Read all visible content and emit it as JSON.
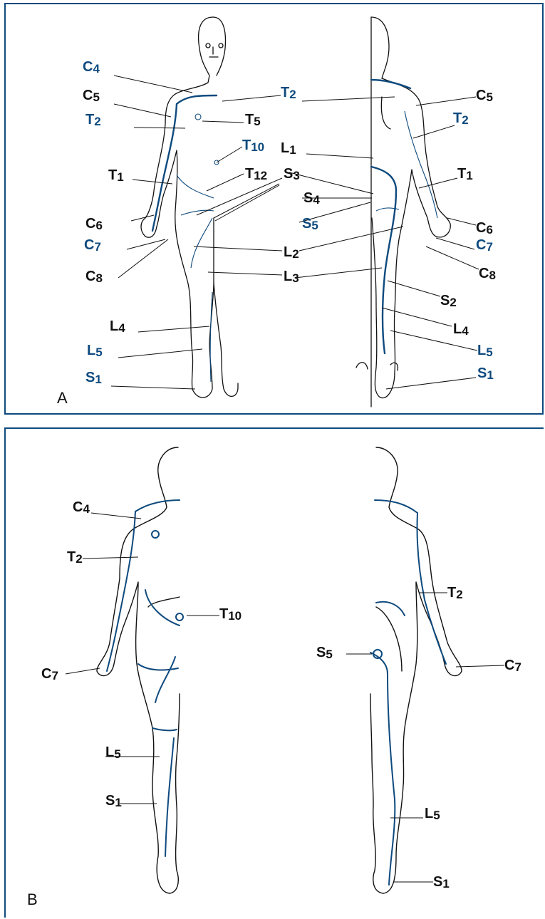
{
  "panel_a": {
    "letter": "A",
    "labels": [
      {
        "id": "a_c4",
        "base": "C",
        "sub": "4",
        "tone": "blue"
      },
      {
        "id": "a_c5_l",
        "base": "C",
        "sub": "5",
        "tone": "black"
      },
      {
        "id": "a_t2_l",
        "base": "T",
        "sub": "2",
        "tone": "blue"
      },
      {
        "id": "a_t2_c",
        "base": "T",
        "sub": "2",
        "tone": "blue"
      },
      {
        "id": "a_t5",
        "base": "T",
        "sub": "5",
        "tone": "black"
      },
      {
        "id": "a_t10",
        "base": "T",
        "sub": "10",
        "tone": "blue"
      },
      {
        "id": "a_t1_l",
        "base": "T",
        "sub": "1",
        "tone": "black"
      },
      {
        "id": "a_t12",
        "base": "T",
        "sub": "12",
        "tone": "black"
      },
      {
        "id": "a_c6_l",
        "base": "C",
        "sub": "6",
        "tone": "black"
      },
      {
        "id": "a_c7_l",
        "base": "C",
        "sub": "7",
        "tone": "blue"
      },
      {
        "id": "a_c8_l",
        "base": "C",
        "sub": "8",
        "tone": "black"
      },
      {
        "id": "a_l1",
        "base": "L",
        "sub": "1",
        "tone": "black"
      },
      {
        "id": "a_s3",
        "base": "S",
        "sub": "3",
        "tone": "black"
      },
      {
        "id": "a_s4",
        "base": "S",
        "sub": "4",
        "tone": "black"
      },
      {
        "id": "a_s5",
        "base": "S",
        "sub": "5",
        "tone": "blue"
      },
      {
        "id": "a_l2",
        "base": "L",
        "sub": "2",
        "tone": "black"
      },
      {
        "id": "a_l3",
        "base": "L",
        "sub": "3",
        "tone": "black"
      },
      {
        "id": "a_l4_l",
        "base": "L",
        "sub": "4",
        "tone": "black"
      },
      {
        "id": "a_l5_l",
        "base": "L",
        "sub": "5",
        "tone": "blue"
      },
      {
        "id": "a_s1_l",
        "base": "S",
        "sub": "1",
        "tone": "blue"
      },
      {
        "id": "a_c5_r",
        "base": "C",
        "sub": "5",
        "tone": "black"
      },
      {
        "id": "a_t2_r",
        "base": "T",
        "sub": "2",
        "tone": "blue"
      },
      {
        "id": "a_t1_r",
        "base": "T",
        "sub": "1",
        "tone": "black"
      },
      {
        "id": "a_c6_r",
        "base": "C",
        "sub": "6",
        "tone": "black"
      },
      {
        "id": "a_c7_r",
        "base": "C",
        "sub": "7",
        "tone": "blue"
      },
      {
        "id": "a_c8_r",
        "base": "C",
        "sub": "8",
        "tone": "black"
      },
      {
        "id": "a_s2",
        "base": "S",
        "sub": "2",
        "tone": "black"
      },
      {
        "id": "a_l4_r",
        "base": "L",
        "sub": "4",
        "tone": "black"
      },
      {
        "id": "a_l5_r",
        "base": "L",
        "sub": "5",
        "tone": "blue"
      },
      {
        "id": "a_s1_r",
        "base": "S",
        "sub": "1",
        "tone": "blue"
      }
    ]
  },
  "panel_b": {
    "letter": "B",
    "labels": [
      {
        "id": "b_c4",
        "base": "C",
        "sub": "4",
        "tone": "black"
      },
      {
        "id": "b_t2_l",
        "base": "T",
        "sub": "2",
        "tone": "black"
      },
      {
        "id": "b_t10",
        "base": "T",
        "sub": "10",
        "tone": "black"
      },
      {
        "id": "b_c7_l",
        "base": "C",
        "sub": "7",
        "tone": "black"
      },
      {
        "id": "b_l5_l",
        "base": "L",
        "sub": "5",
        "tone": "black"
      },
      {
        "id": "b_s1_l",
        "base": "S",
        "sub": "1",
        "tone": "black"
      },
      {
        "id": "b_t2_r",
        "base": "T",
        "sub": "2",
        "tone": "black"
      },
      {
        "id": "b_s5",
        "base": "S",
        "sub": "5",
        "tone": "black"
      },
      {
        "id": "b_c7_r",
        "base": "C",
        "sub": "7",
        "tone": "black"
      },
      {
        "id": "b_l5_r",
        "base": "L",
        "sub": "5",
        "tone": "black"
      },
      {
        "id": "b_s1_r",
        "base": "S",
        "sub": "1",
        "tone": "black"
      }
    ]
  },
  "colors": {
    "border": "#0e4a7e",
    "dermatome_line": "#0e4a7e",
    "body_outline": "#111111",
    "blue_label": "#0e4a7e"
  }
}
